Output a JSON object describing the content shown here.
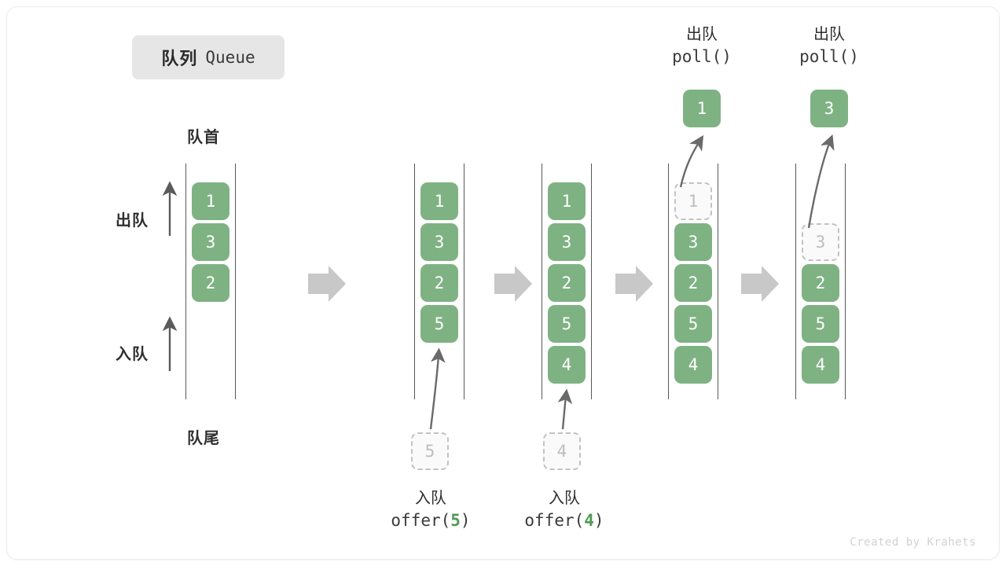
{
  "figure": {
    "title_cn": "队列",
    "title_en": "Queue",
    "credit": "Created by Krahets",
    "colors": {
      "element_fill": "#7fb283",
      "element_text": "#ffffff",
      "ghost_fill": "#fafafa",
      "ghost_border": "#c2c2c2",
      "ghost_text": "#bdbdbd",
      "rail": "#585858",
      "step_arrow": "#c8c8c8",
      "label": "#2f2f2f",
      "code_arg": "#4f9a54"
    }
  },
  "axis_labels": {
    "head": "队首",
    "tail": "队尾",
    "dequeue": "出队",
    "enqueue": "入队"
  },
  "columns": [
    {
      "id": "initial",
      "slots": [
        {
          "value": "1",
          "state": "filled"
        },
        {
          "value": "3",
          "state": "filled"
        },
        {
          "value": "2",
          "state": "filled"
        }
      ]
    },
    {
      "id": "after-offer-5",
      "slots": [
        {
          "value": "1",
          "state": "filled"
        },
        {
          "value": "3",
          "state": "filled"
        },
        {
          "value": "2",
          "state": "filled"
        },
        {
          "value": "5",
          "state": "filled"
        }
      ],
      "pending": {
        "value": "5",
        "state": "ghost"
      },
      "caption": {
        "cn": "入队",
        "fn": "offer(",
        "arg": "5",
        "close": ")"
      }
    },
    {
      "id": "after-offer-4",
      "slots": [
        {
          "value": "1",
          "state": "filled"
        },
        {
          "value": "3",
          "state": "filled"
        },
        {
          "value": "2",
          "state": "filled"
        },
        {
          "value": "5",
          "state": "filled"
        },
        {
          "value": "4",
          "state": "filled"
        }
      ],
      "pending": {
        "value": "4",
        "state": "ghost"
      },
      "caption": {
        "cn": "入队",
        "fn": "offer(",
        "arg": "4",
        "close": ")"
      }
    },
    {
      "id": "after-poll-1",
      "slots": [
        {
          "value": "1",
          "state": "ghost"
        },
        {
          "value": "3",
          "state": "filled"
        },
        {
          "value": "2",
          "state": "filled"
        },
        {
          "value": "5",
          "state": "filled"
        },
        {
          "value": "4",
          "state": "filled"
        }
      ],
      "popped": {
        "value": "1",
        "state": "filled"
      },
      "caption": {
        "cn": "出队",
        "fn": "poll(",
        "arg": "",
        "close": ")"
      }
    },
    {
      "id": "after-poll-3",
      "slots": [
        {
          "value": "",
          "state": "empty"
        },
        {
          "value": "3",
          "state": "ghost"
        },
        {
          "value": "2",
          "state": "filled"
        },
        {
          "value": "5",
          "state": "filled"
        },
        {
          "value": "4",
          "state": "filled"
        }
      ],
      "popped": {
        "value": "3",
        "state": "filled"
      },
      "caption": {
        "cn": "出队",
        "fn": "poll(",
        "arg": "",
        "close": ")"
      }
    }
  ]
}
